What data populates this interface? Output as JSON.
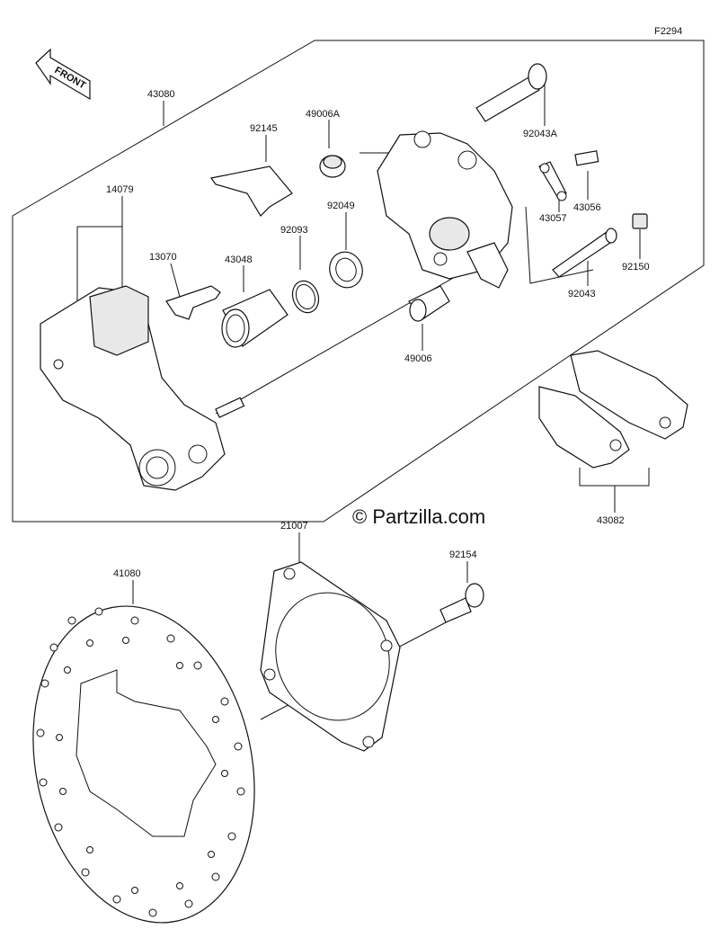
{
  "figure_code": "F2294",
  "front_label": "FRONT",
  "watermark": "© Partzilla.com",
  "parts": {
    "p43080": "43080",
    "p92145": "92145",
    "p49006A": "49006A",
    "p92043A": "92043A",
    "p14079": "14079",
    "p92049": "92049",
    "p92093": "92093",
    "p13070": "13070",
    "p43048": "43048",
    "p43056": "43056",
    "p43057": "43057",
    "p92150": "92150",
    "p92043": "92043",
    "p49006": "49006",
    "p43082": "43082",
    "p21007": "21007",
    "p92154": "92154",
    "p41080": "41080"
  }
}
